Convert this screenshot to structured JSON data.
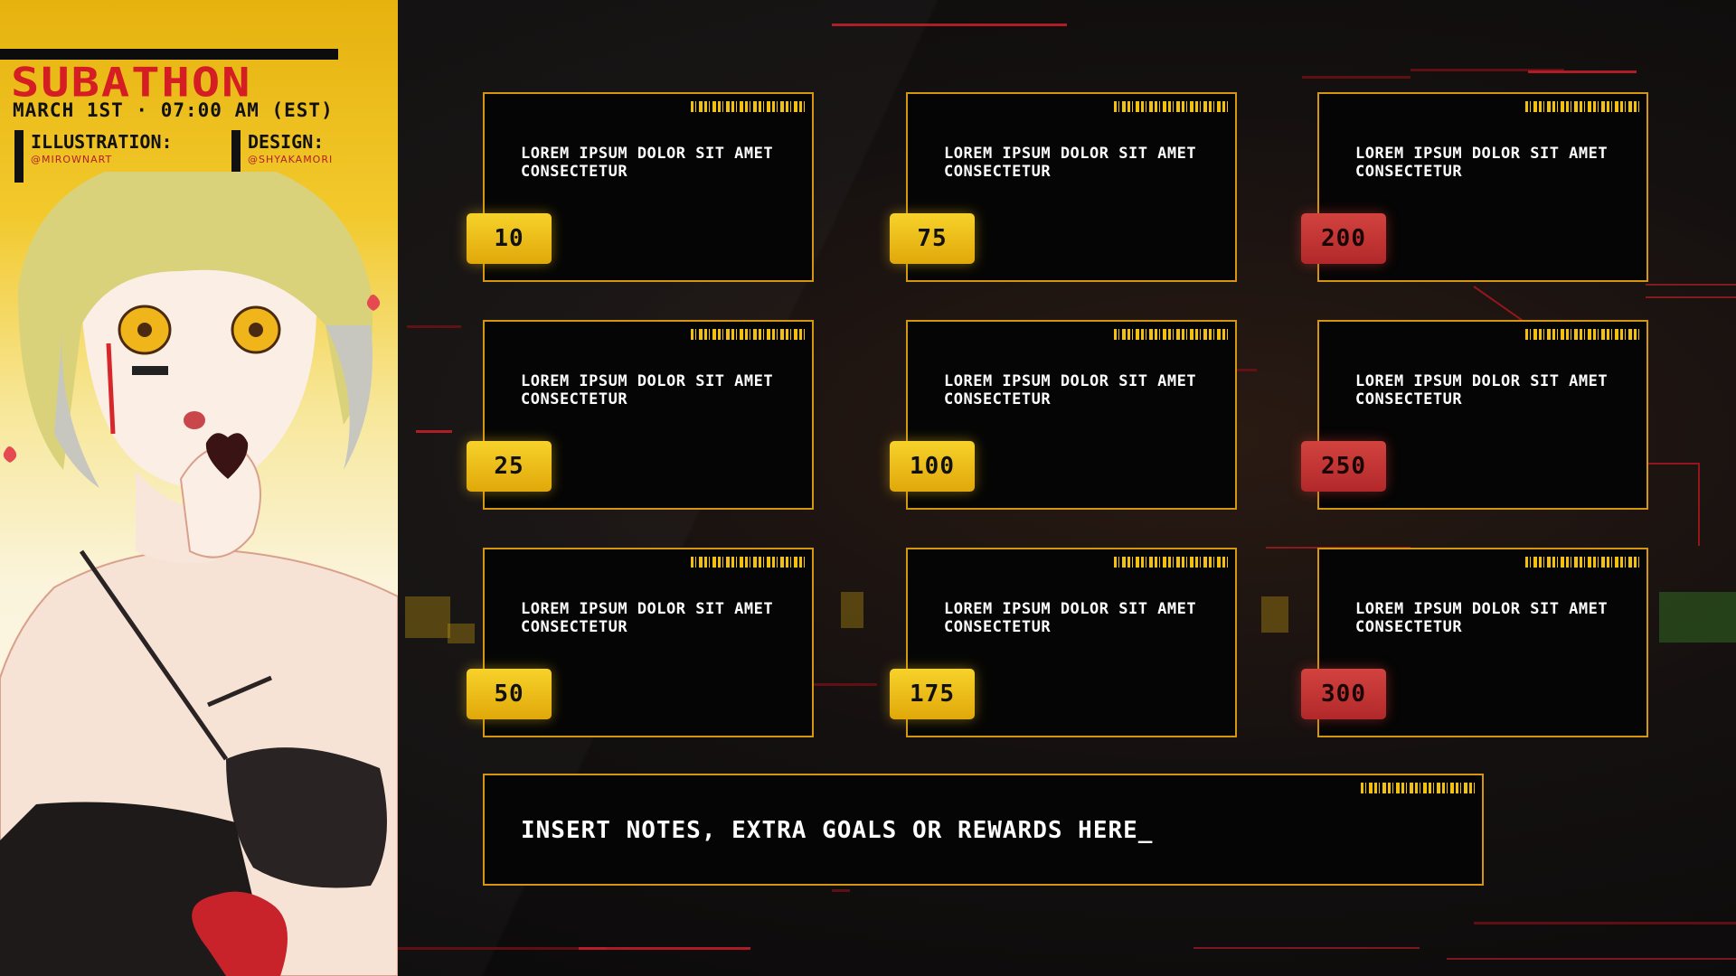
{
  "header": {
    "title": "SUBATHON",
    "date": "MARCH 1ST · 07:00 AM (EST)",
    "credits": [
      {
        "label": "ILLUSTRATION:",
        "handle": "@MIROWNART"
      },
      {
        "label": "DESIGN:",
        "handle": "@SHYAKAMORI"
      }
    ]
  },
  "goals": [
    {
      "text": "LOREM IPSUM DOLOR SIT AMET CONSECTETUR",
      "value": "10",
      "tier": "yellow"
    },
    {
      "text": "LOREM IPSUM DOLOR SIT AMET CONSECTETUR",
      "value": "75",
      "tier": "yellow"
    },
    {
      "text": "LOREM IPSUM DOLOR SIT AMET CONSECTETUR",
      "value": "200",
      "tier": "red"
    },
    {
      "text": "LOREM IPSUM DOLOR SIT AMET CONSECTETUR",
      "value": "25",
      "tier": "yellow"
    },
    {
      "text": "LOREM IPSUM DOLOR SIT AMET CONSECTETUR",
      "value": "100",
      "tier": "yellow"
    },
    {
      "text": "LOREM IPSUM DOLOR SIT AMET CONSECTETUR",
      "value": "250",
      "tier": "red"
    },
    {
      "text": "LOREM IPSUM DOLOR SIT AMET CONSECTETUR",
      "value": "50",
      "tier": "yellow"
    },
    {
      "text": "LOREM IPSUM DOLOR SIT AMET CONSECTETUR",
      "value": "175",
      "tier": "yellow"
    },
    {
      "text": "LOREM IPSUM DOLOR SIT AMET CONSECTETUR",
      "value": "300",
      "tier": "red"
    }
  ],
  "notes": {
    "text": "INSERT NOTES, EXTRA GOALS OR REWARDS HERE_"
  },
  "colors": {
    "accent_yellow": "#f2c10f",
    "accent_red": "#d51e24",
    "card_border": "#d4960e",
    "card_bg": "#050505"
  }
}
